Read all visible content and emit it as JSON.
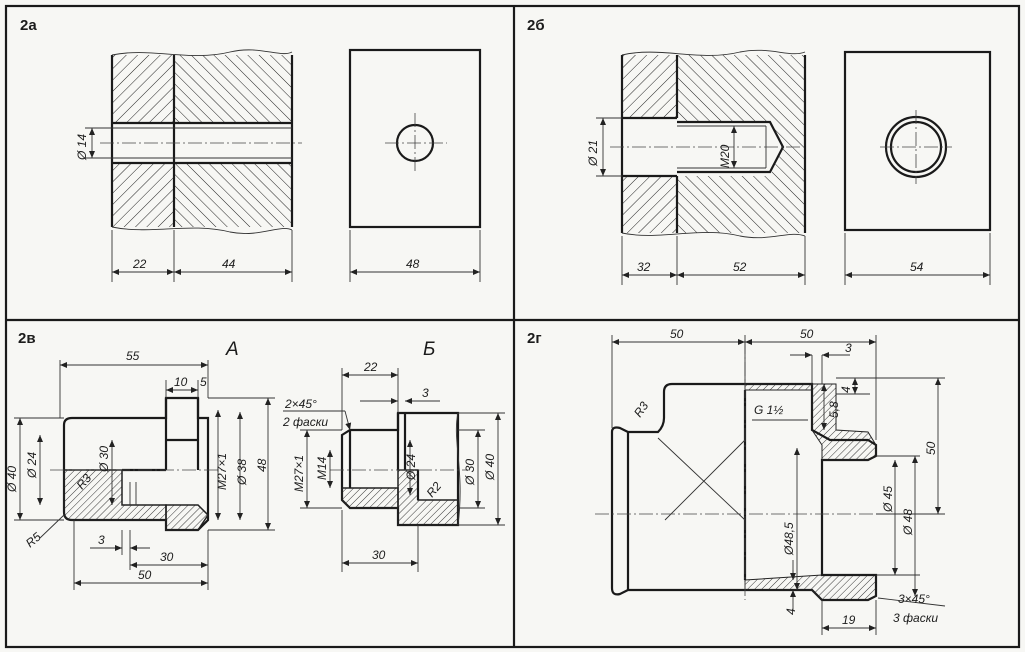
{
  "panels": {
    "p2a": {
      "label": "2а",
      "dims": {
        "diam": "Ø 14",
        "left": "22",
        "mid": "44",
        "right": "48"
      }
    },
    "p2b": {
      "label": "2б",
      "dims": {
        "diam": "Ø 21",
        "thread": "M20",
        "left": "32",
        "mid": "52",
        "right": "54"
      }
    },
    "p2v": {
      "label": "2в",
      "view_a": "А",
      "view_b": "Б",
      "dims": {
        "d55": "55",
        "d10": "10",
        "d5": "5",
        "d40": "Ø 40",
        "d24": "Ø 24",
        "r3": "R3",
        "d30": "Ø 30",
        "m27": "M27×1",
        "d38": "Ø 38",
        "d48": "48",
        "r5": "R5",
        "d3": "3",
        "d30b": "30",
        "d50": "50",
        "b22": "22",
        "b2x45": "2×45°",
        "b2f": "2 фаски",
        "b3": "3",
        "bm27": "M27×1",
        "bm14": "M14",
        "bd24": "Ø 24",
        "br2": "R2",
        "bd30": "Ø 30",
        "bd40": "Ø 40",
        "b30": "30"
      }
    },
    "p2g": {
      "label": "2г",
      "dims": {
        "d50a": "50",
        "d50b": "50",
        "d3": "3",
        "d4a": "4",
        "d58": "5,8",
        "r3": "R3",
        "g": "G 1½",
        "d50v": "50",
        "d45": "Ø 45",
        "d48": "Ø 48",
        "d485": "Ø48,5",
        "d4b": "4",
        "d3x45": "3×45°",
        "d3f": "3 фаски",
        "d19": "19"
      }
    }
  }
}
